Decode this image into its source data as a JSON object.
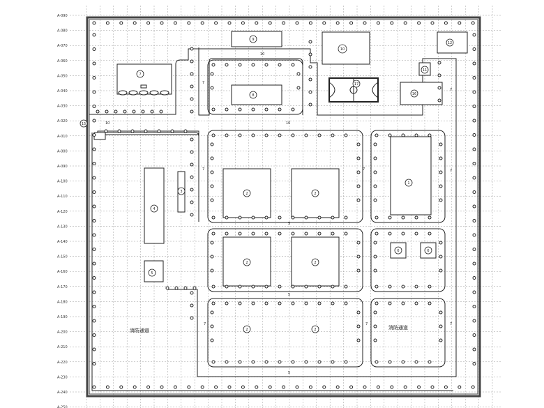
{
  "y_axis_labels": [
    "A-090",
    "A-080",
    "A-070",
    "A-060",
    "A-050",
    "A-040",
    "A-030",
    "A-020",
    "A-010",
    "A-000",
    "A-090",
    "A-100",
    "A-110",
    "A-120",
    "A-130",
    "A-140",
    "A-150",
    "A-160",
    "A-170",
    "A-180",
    "A-190",
    "A-200",
    "A-210",
    "A-220",
    "A-230",
    "A-240",
    "A-250"
  ],
  "colors": {
    "line": "#222222",
    "grid": "#9a9a9a",
    "wall": "#444444"
  },
  "buildings": [
    {
      "id": "b9",
      "label": "9"
    },
    {
      "id": "b10",
      "label": "10"
    },
    {
      "id": "b12",
      "label": "12"
    },
    {
      "id": "b7",
      "label": "7"
    },
    {
      "id": "b8",
      "label": "8"
    },
    {
      "id": "b11",
      "label": "11"
    },
    {
      "id": "b16",
      "label": "16"
    },
    {
      "id": "court",
      "label": "17"
    },
    {
      "id": "b4",
      "label": "4"
    },
    {
      "id": "b3",
      "label": "3"
    },
    {
      "id": "b5",
      "label": "5"
    },
    {
      "id": "b2a",
      "label": "2"
    },
    {
      "id": "b2b",
      "label": "2"
    },
    {
      "id": "b1",
      "label": "1"
    },
    {
      "id": "b2c",
      "label": "2"
    },
    {
      "id": "b2d",
      "label": "2"
    },
    {
      "id": "b6a",
      "label": "6"
    },
    {
      "id": "b6b",
      "label": "6"
    },
    {
      "id": "b2e",
      "label": "2"
    },
    {
      "id": "b2f",
      "label": "2"
    },
    {
      "id": "b15",
      "label": "15"
    }
  ],
  "path_marks": {
    "seven": "7",
    "ten": "10",
    "five": "5"
  },
  "text_notes": {
    "left": "消防通道",
    "right": "消防通道"
  }
}
